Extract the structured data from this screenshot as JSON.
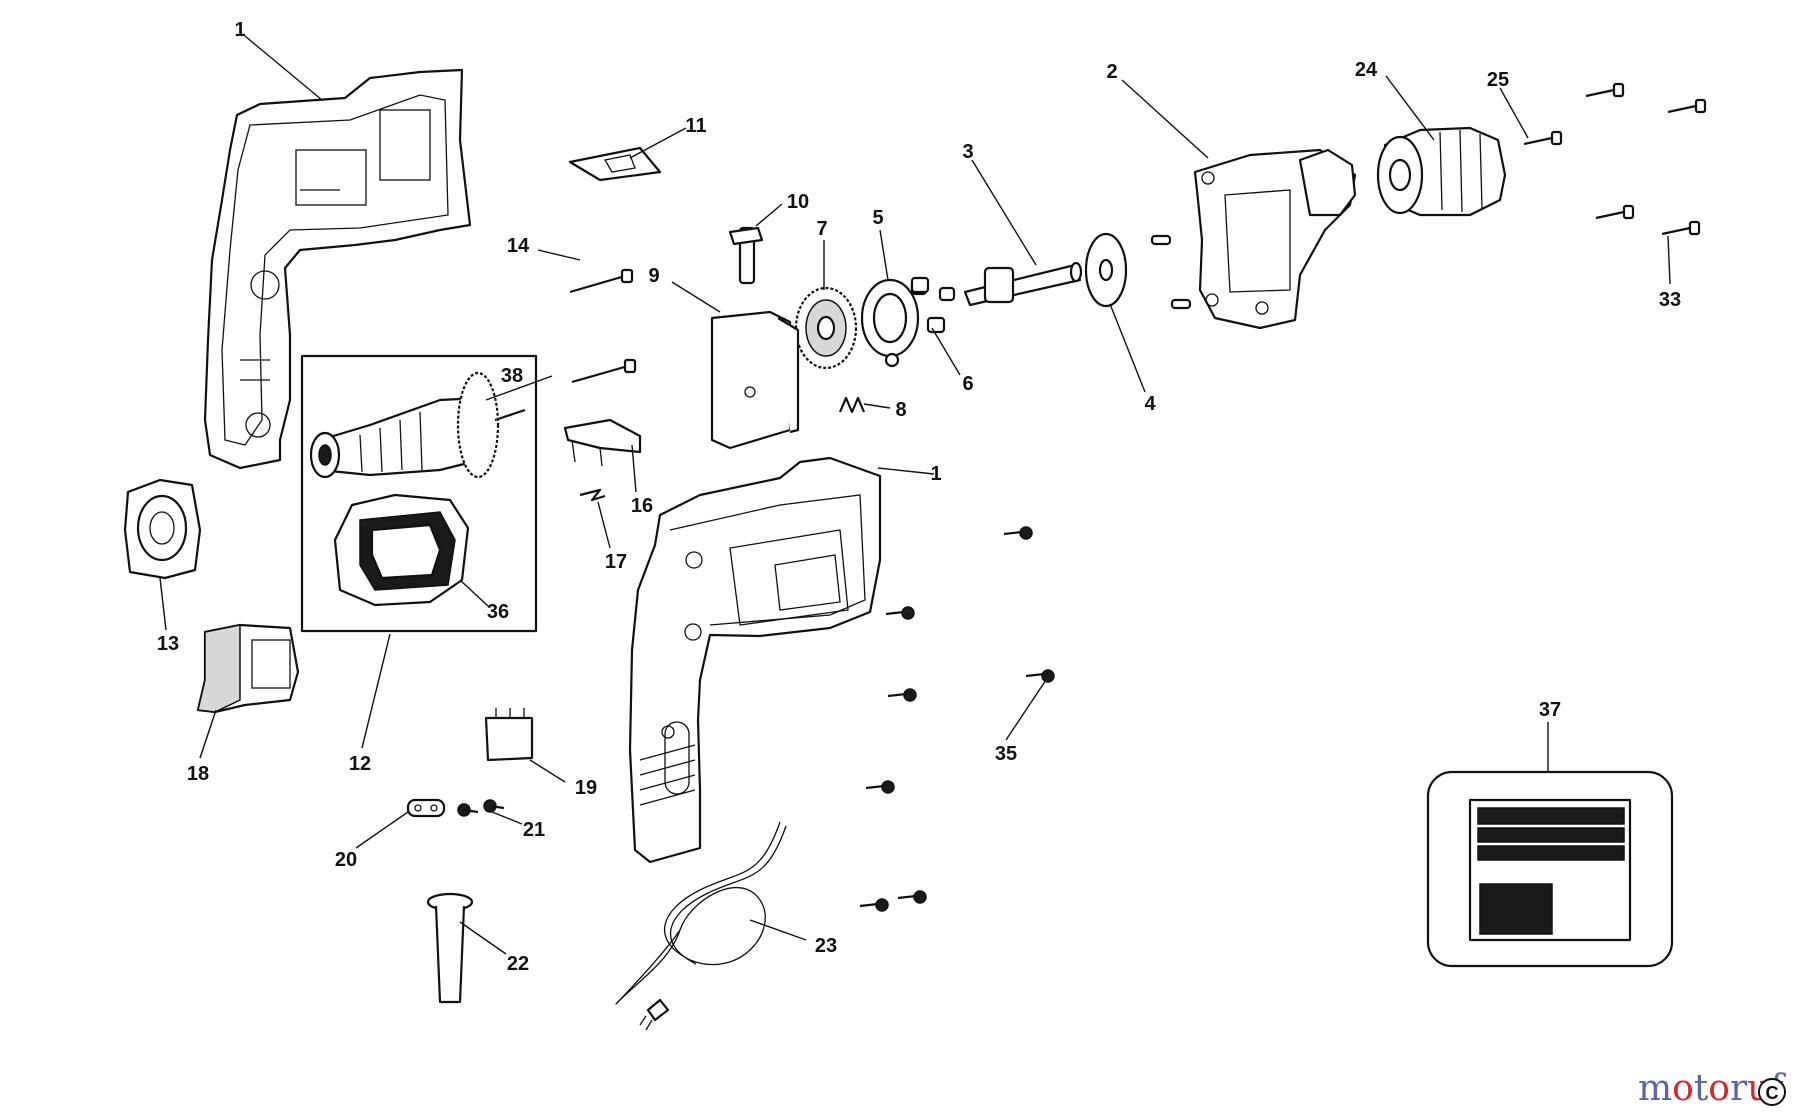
{
  "diagram": {
    "part_numbers": [
      "1",
      "1",
      "2",
      "3",
      "4",
      "5",
      "6",
      "7",
      "8",
      "9",
      "10",
      "11",
      "12",
      "13",
      "14",
      "16",
      "17",
      "18",
      "19",
      "20",
      "21",
      "22",
      "23",
      "24",
      "25",
      "33",
      "35",
      "36",
      "37",
      "38"
    ]
  },
  "watermark": {
    "text": "motoruf",
    "colors": [
      "#5c62ad",
      "#d9262c",
      "#5c62ad",
      "#d9262c",
      "#5c62ad",
      "#d9262c",
      "#5c62ad"
    ]
  },
  "colors": {
    "line": "#111111",
    "background": "#ffffff"
  }
}
